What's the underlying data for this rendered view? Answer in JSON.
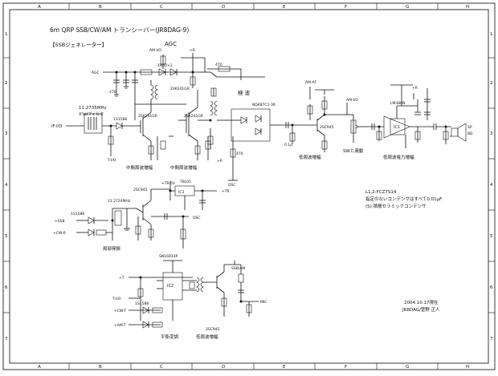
{
  "title": "6m QRP SSB/CW/AM トランシーバー(JR8DAG-9)",
  "section": "【SSBジェネレーター】",
  "border": {
    "cols": [
      "A",
      "B",
      "C",
      "D",
      "E",
      "F",
      "G",
      "H"
    ],
    "rows": [
      "1",
      "2",
      "3",
      "4",
      "5",
      "6",
      "7"
    ]
  },
  "labels": {
    "agc": "AGC",
    "agc_in": "AGC",
    "am_io_top": "AM-I/O",
    "am_af": "AM-AF",
    "am_io_right": "AM-I/O",
    "if_io": "IF-I/O",
    "tr_io": "T-I/O",
    "osc": "OSC",
    "filter": "11.2735MHz",
    "filter2": "X'talフィルタ",
    "detector": "検 波",
    "mixer_ic": "ND487C1-3R",
    "amp_if1": "中間周波増幅",
    "amp_if2": "中間周波増幅",
    "amp_lf1": "低周波増幅",
    "amp_lf2": "低周波電力増幅",
    "sw": "SWと連動",
    "ic1": "IC1",
    "ic2": "IC2",
    "ic3": "IC3",
    "ic1_part": "LM386N",
    "ic2_part": "SN16913P",
    "ic3_part": "78L05",
    "local_osc": "局部発振",
    "balanced": "平衡変調",
    "amp_lf3": "低周波増幅",
    "ssb": "+SSB",
    "cw_r": "+CW-R",
    "cw_t": "+CW-T",
    "am_t": "+AM-T",
    "ssb_am": "SSB/AM",
    "mic": "MIC",
    "sp": "SP",
    "sp_out": "8Ω",
    "tr": "T-I/O",
    "xtal": "11.2724MHz",
    "tr_5v": "+TR-5V",
    "plus_tr": "+TR",
    "plus_r": "+R",
    "plus_t": "+T",
    "fet": "2SK241GR",
    "tr_a": "2SC945",
    "diode": "1S1588",
    "hd": "1N60×2",
    "c_lbl": "0.1μ",
    "r_lbl": "470",
    "notes_1": "L1,2:FCZ7S14",
    "notes_2": "指定のないコンデンサはすべて0.01μF",
    "notes_3": "(S):積層セラミックコンデンサ",
    "date": "2004.10.17現在",
    "author": "JR8DAG/菅野 正人"
  }
}
